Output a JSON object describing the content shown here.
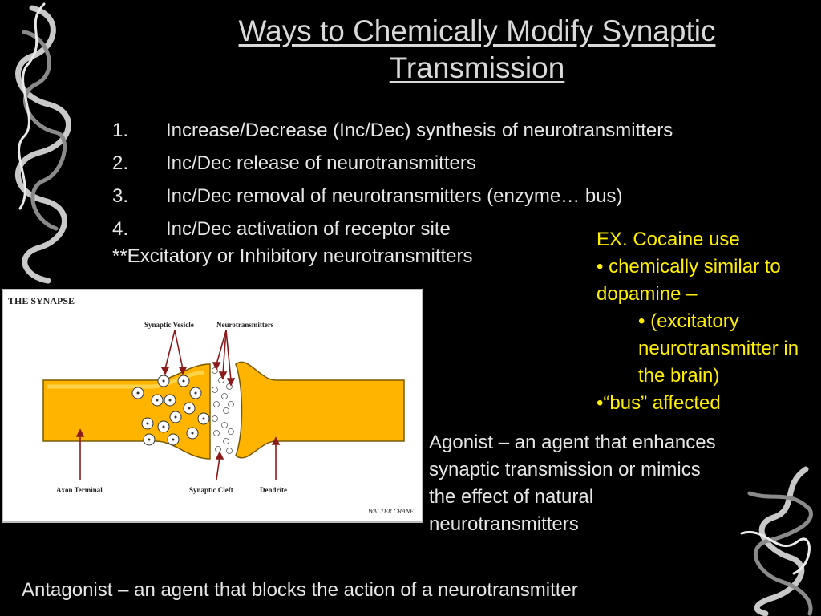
{
  "slide": {
    "title": "Ways to Chemically Modify Synaptic Transmission",
    "items": [
      {
        "num": "1.",
        "text": "Increase/Decrease (Inc/Dec) synthesis of neurotransmitters"
      },
      {
        "num": "2.",
        "text": "Inc/Dec release of neurotransmitters"
      },
      {
        "num": "3.",
        "text": "Inc/Dec removal of neurotransmitters (enzyme… bus)"
      },
      {
        "num": "4.",
        "text": "Inc/Dec activation of receptor site"
      }
    ],
    "note": "**Excitatory or Inhibitory neurotransmitters",
    "cocaine": {
      "line1": "EX. Cocaine use",
      "line2": "• chemically similar to dopamine –",
      "line3": "• (excitatory neurotransmitter in the brain)",
      "line4": "•“bus” affected"
    },
    "agonist": "Agonist – an agent that enhances synaptic transmission or mimics the effect of natural neurotransmitters",
    "antagonist": "Antagonist – an agent that blocks the action of a neurotransmitter"
  },
  "figure": {
    "heading": "THE SYNAPSE",
    "labels": {
      "vesicle": "Synaptic Vesicle",
      "neurotransmitters": "Neurotransmitters",
      "axon": "Axon Terminal",
      "cleft": "Synaptic Cleft",
      "dendrite": "Dendrite"
    },
    "signature": "WALTER CRANE"
  },
  "colors": {
    "background": "#000000",
    "title": "#d9d9d9",
    "body_text": "#e6e6e6",
    "highlight": "#ffee00",
    "synapse_fill": "#ffb400",
    "arrow": "#8b1a1a"
  }
}
